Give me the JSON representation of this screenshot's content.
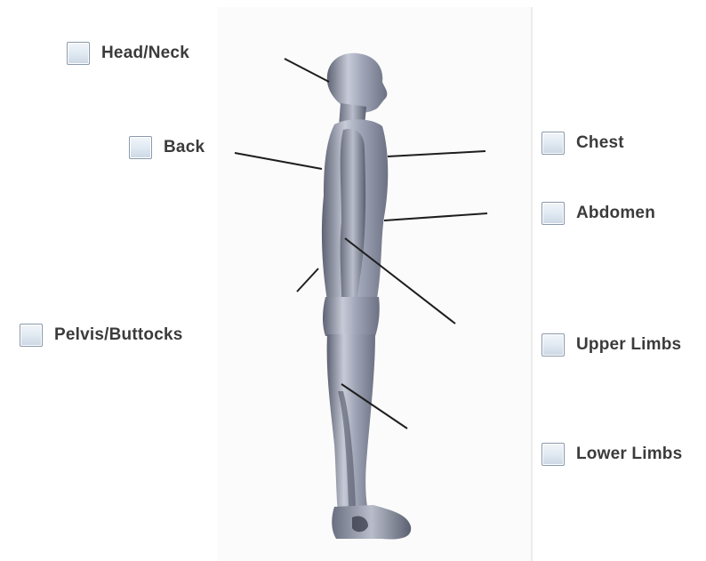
{
  "body_regions": [
    {
      "id": "head-neck",
      "label": "Head/Neck",
      "checked": false
    },
    {
      "id": "back",
      "label": "Back",
      "checked": false
    },
    {
      "id": "chest",
      "label": "Chest",
      "checked": false
    },
    {
      "id": "abdomen",
      "label": "Abdomen",
      "checked": false
    },
    {
      "id": "pelvis-buttocks",
      "label": "Pelvis/Buttocks",
      "checked": false
    },
    {
      "id": "upper-limbs",
      "label": "Upper Limbs",
      "checked": false
    },
    {
      "id": "lower-limbs",
      "label": "Lower Limbs",
      "checked": false
    }
  ],
  "colors": {
    "label_text": "#3b3b3b",
    "leader_line": "#1e1e1e",
    "checkbox_border": "#8a99aa",
    "body_fill": "#9aa0b2"
  }
}
